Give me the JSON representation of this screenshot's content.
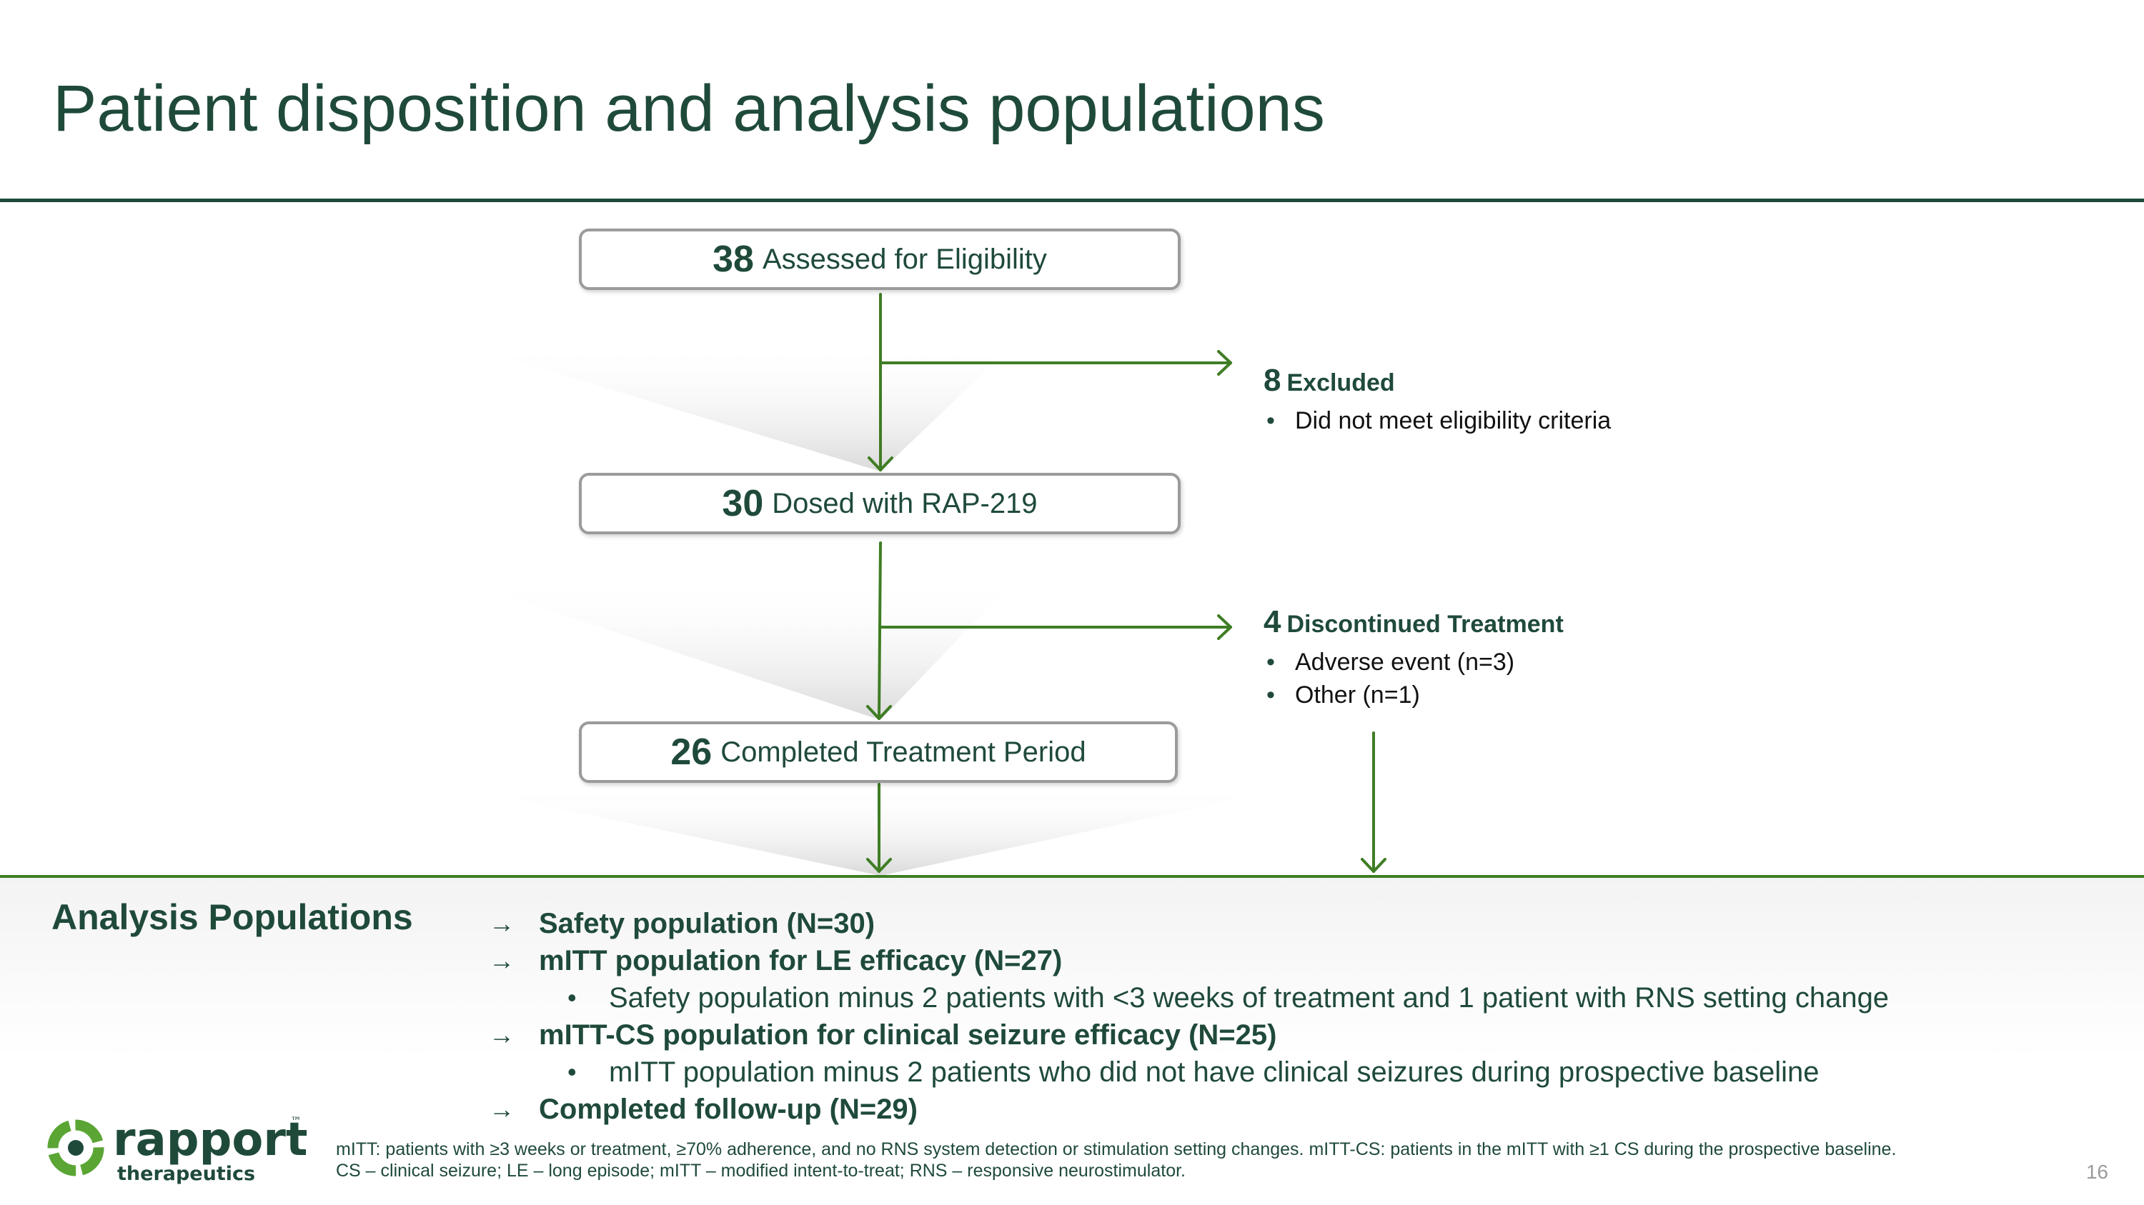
{
  "title": "Patient disposition and analysis populations",
  "flow": {
    "boxes": [
      {
        "count": "38",
        "label": "Assessed for Eligibility"
      },
      {
        "count": "30",
        "label": "Dosed with RAP-219"
      },
      {
        "count": "26",
        "label": "Completed Treatment Period"
      }
    ],
    "excluded": {
      "count": "8",
      "heading": "Excluded",
      "items": [
        "Did not meet eligibility criteria"
      ]
    },
    "discontinued": {
      "count": "4",
      "heading": "Discontinued Treatment",
      "items": [
        "Adverse event (n=3)",
        "Other (n=1)"
      ]
    }
  },
  "analysis": {
    "title": "Analysis Populations",
    "items": [
      {
        "label": "Safety population (N=30)"
      },
      {
        "label": "mITT population for LE efficacy (N=27)",
        "sub": "Safety population minus 2 patients with <3 weeks of treatment and 1 patient with RNS setting change"
      },
      {
        "label": "mITT-CS population for clinical seizure efficacy (N=25)",
        "sub": "mITT population minus 2 patients who did not have clinical seizures during prospective baseline"
      },
      {
        "label": "Completed follow-up (N=29)"
      }
    ]
  },
  "logo": {
    "name": "rapport",
    "trademark": "™",
    "tagline": "therapeutics"
  },
  "footnotes": [
    "mITT: patients with ≥3 weeks or treatment, ≥70% adherence, and no RNS system detection or stimulation setting changes. mITT-CS: patients in the mITT with ≥1 CS during the prospective baseline.",
    "CS – clinical seizure; LE – long episode; mITT – modified intent-to-treat; RNS – responsive neurostimulator."
  ],
  "page_number": "16",
  "colors": {
    "dark_green": "#1f4a3a",
    "bright_green": "#3f7d24",
    "logo_green": "#5aa534",
    "border_gray": "#9b9b9b"
  }
}
